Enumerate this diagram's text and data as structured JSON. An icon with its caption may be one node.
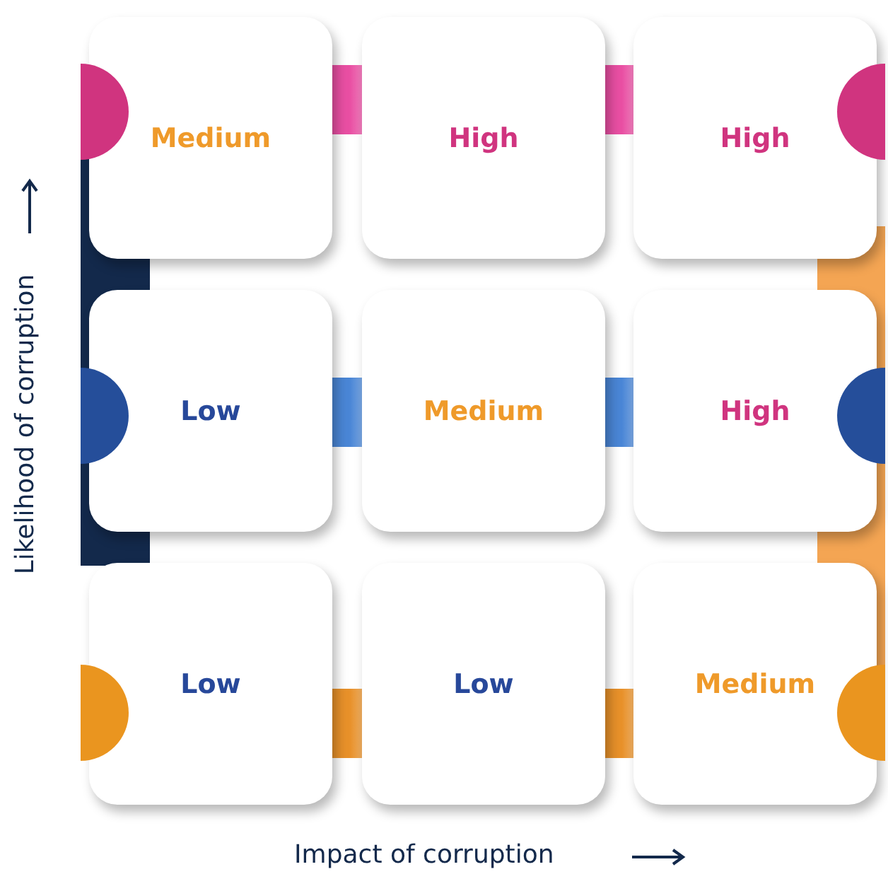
{
  "diagram": {
    "nodes": [
      {
        "text": [
          "Medium"
        ]
      },
      {
        "text": [
          "High"
        ]
      },
      {
        "text": [
          "High"
        ]
      },
      {
        "text": [
          "Low"
        ]
      },
      {
        "text": [
          "Medium"
        ]
      },
      {
        "text": [
          "High"
        ]
      },
      {
        "text": [
          "Low"
        ]
      },
      {
        "text": [
          "Low"
        ]
      },
      {
        "text": [
          "Medium"
        ]
      }
    ],
    "edges": [
      {
        "from": 0,
        "to": 1,
        "arrow": "none",
        "color": "#e94fa3"
      },
      {
        "from": 1,
        "to": 2,
        "arrow": "none",
        "color": "#e94fa3"
      },
      {
        "from": 3,
        "to": 4,
        "arrow": "none",
        "color": "#4a86d6"
      },
      {
        "from": 4,
        "to": 5,
        "arrow": "none",
        "color": "#4a86d6"
      },
      {
        "from": 6,
        "to": 7,
        "arrow": "none",
        "color": "#e8912a"
      },
      {
        "from": 7,
        "to": 8,
        "arrow": "none",
        "color": "#e8912a"
      }
    ],
    "labels": [
      "Likelihood of corruption",
      "Impact of corruption"
    ]
  }
}
